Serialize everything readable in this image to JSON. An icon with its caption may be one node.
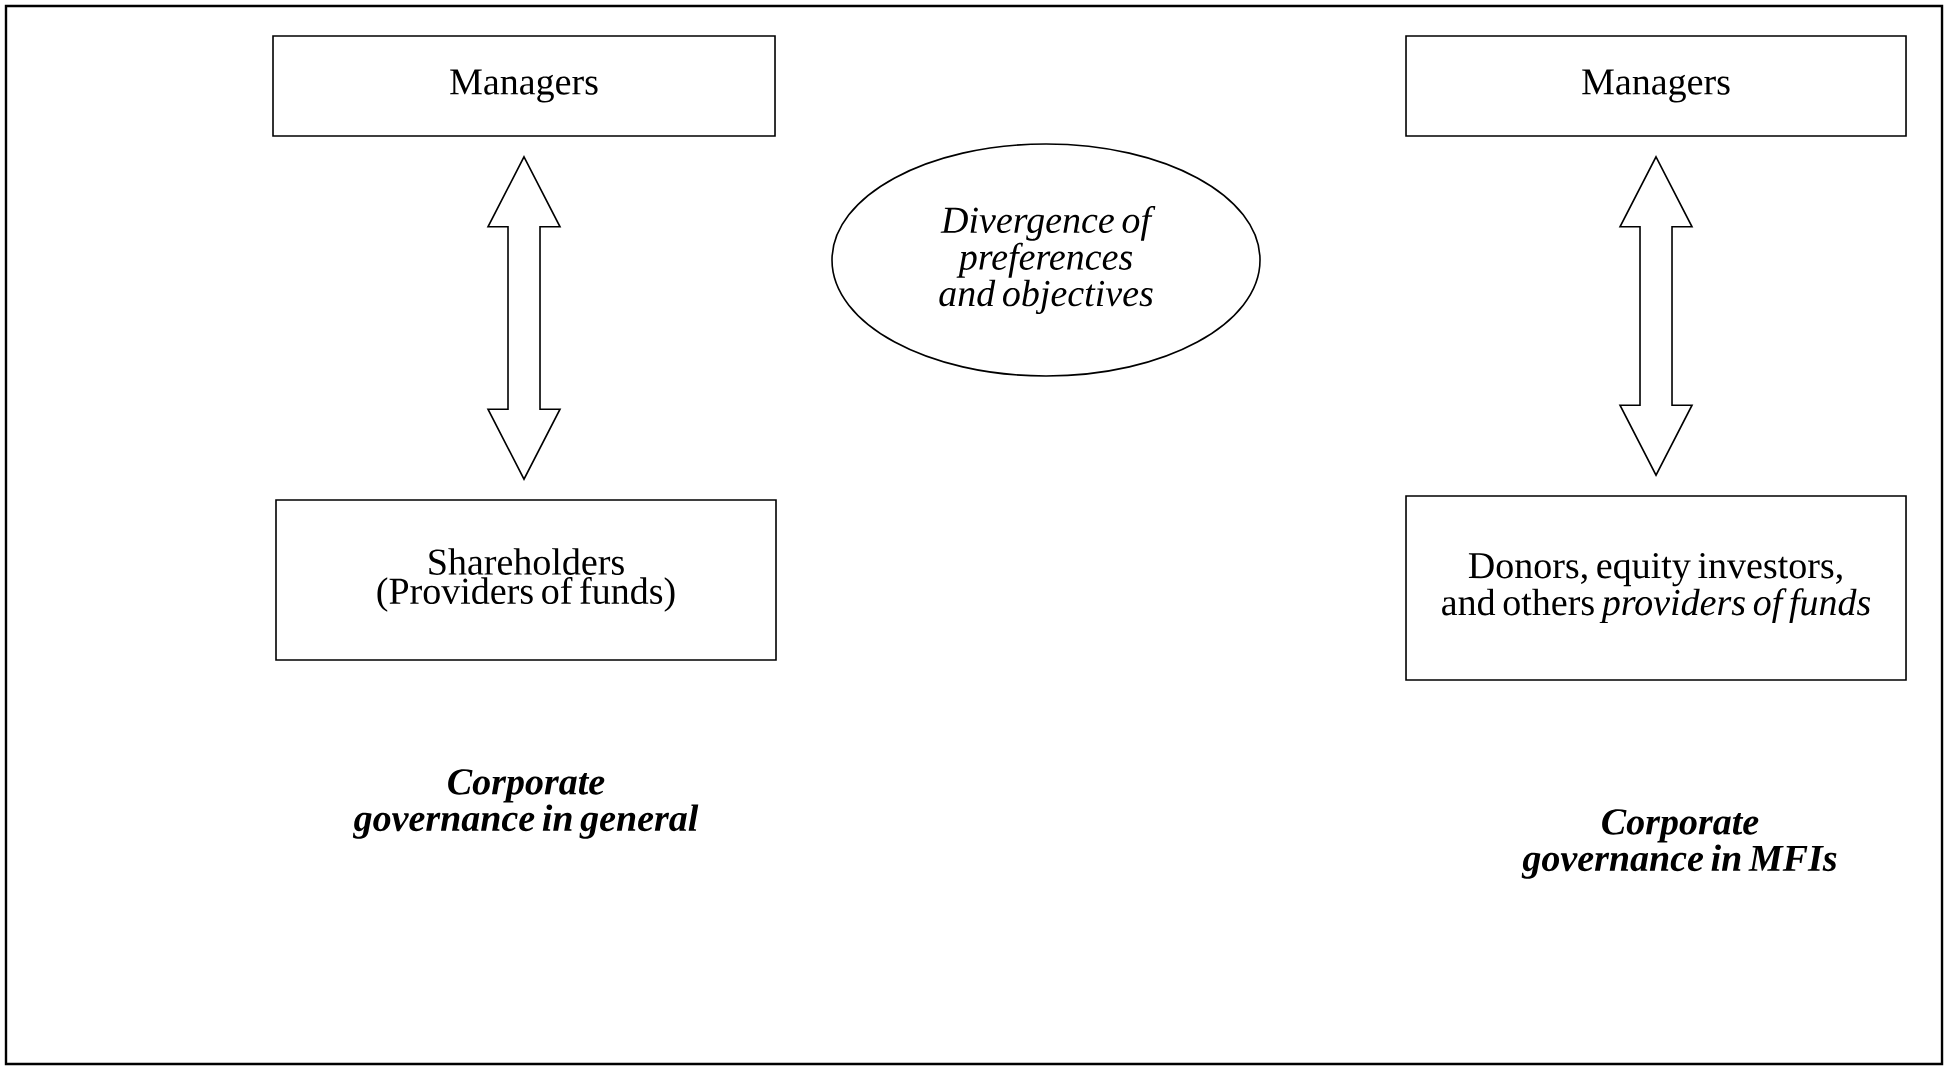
{
  "diagram": {
    "nodes": [
      {
        "text": [
          "Managers"
        ]
      },
      {
        "text": [
          "Managers"
        ]
      },
      {
        "text": [
          "Divergence of preferences and objectives"
        ]
      },
      {
        "text": [
          "Shareholders (Providers of funds)"
        ]
      },
      {
        "text": [
          "Donors, equity investors, and others *providers of funds*"
        ]
      }
    ],
    "edges": [
      {
        "from": 0,
        "to": 3,
        "arrow": "both"
      },
      {
        "from": 1,
        "to": 4,
        "arrow": "both"
      }
    ],
    "labels": [
      "Corporate governance in general",
      "Corporate governance in MFIs"
    ]
  }
}
